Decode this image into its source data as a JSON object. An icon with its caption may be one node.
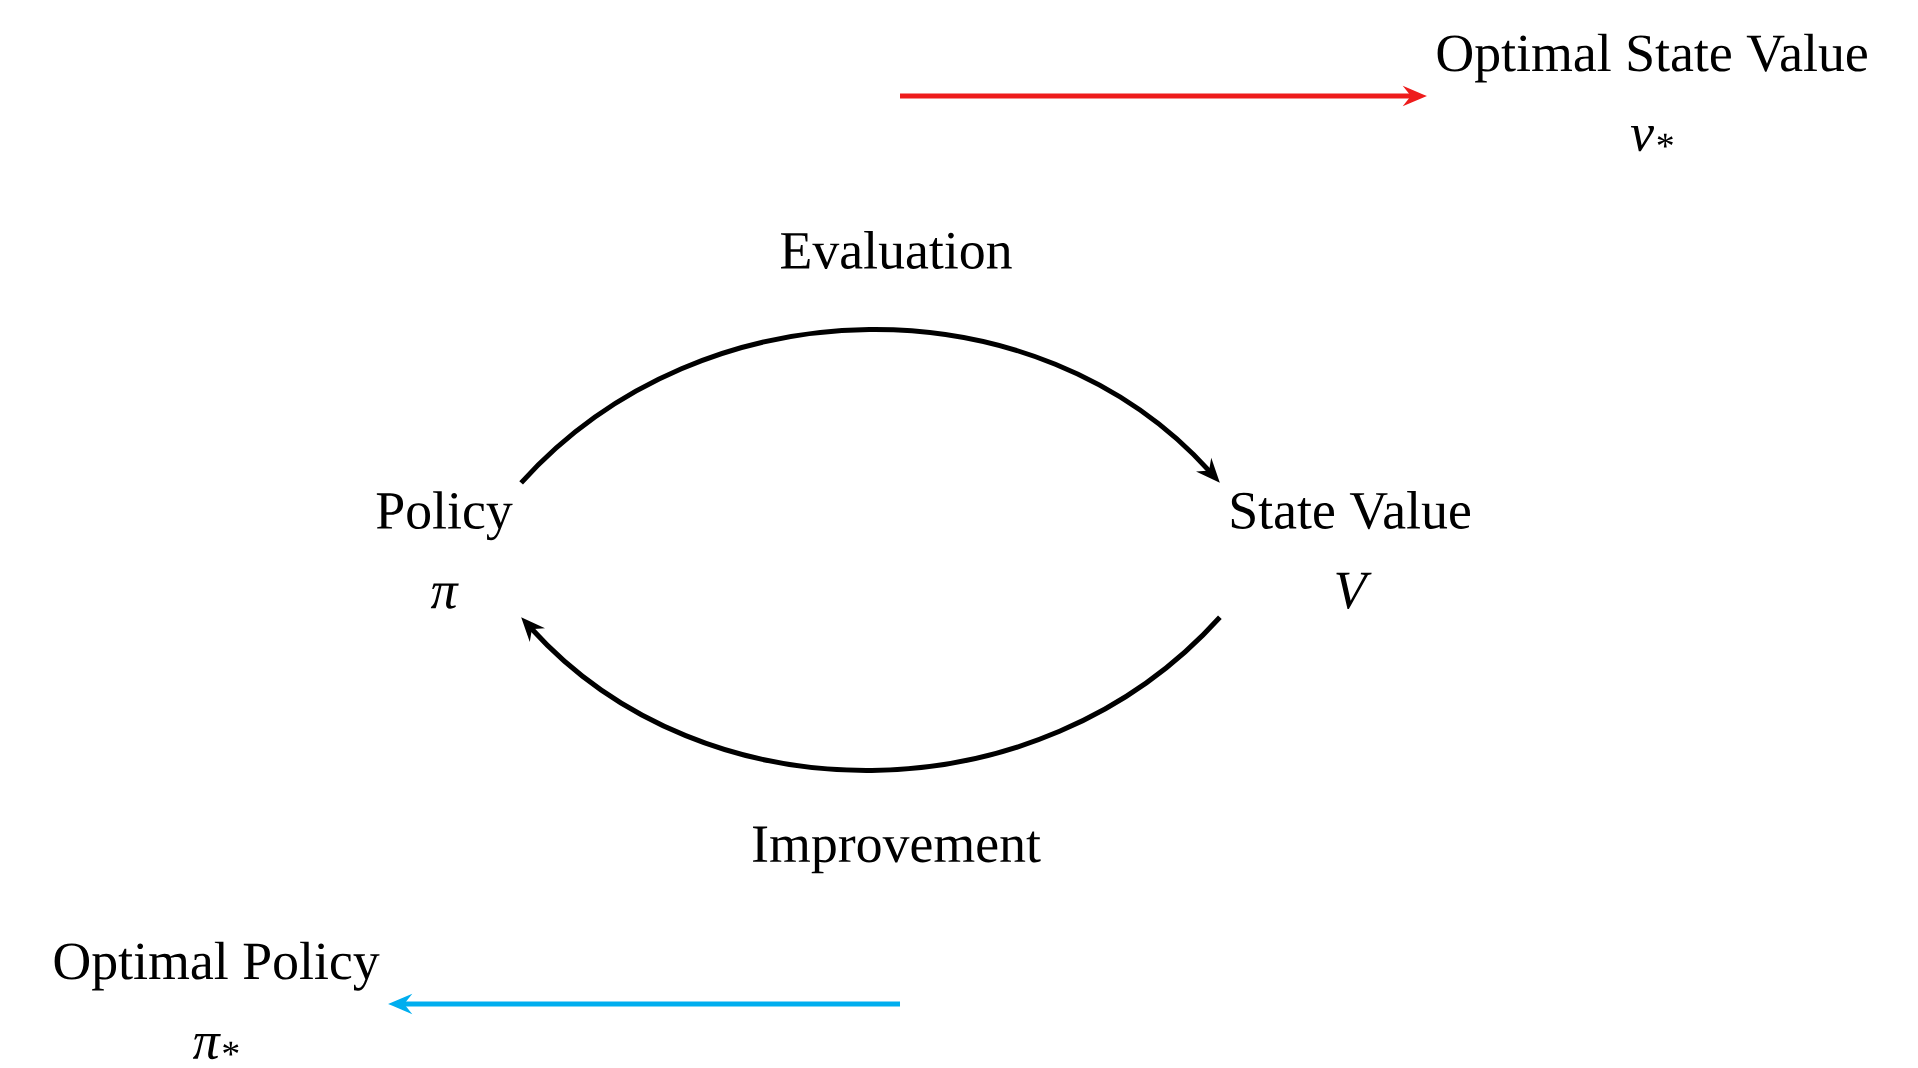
{
  "diagram": {
    "nodes": [
      {
        "text": [
          "Policy",
          "π"
        ]
      },
      {
        "text": [
          "State Value",
          "V"
        ]
      },
      {
        "text": [
          "Optimal State Value",
          "v$_{*}$"
        ]
      },
      {
        "text": [
          "Optimal Policy",
          "π$_{*}$"
        ]
      }
    ],
    "edges": [
      {
        "from": 0,
        "to": 1,
        "arrow": "to",
        "label": "Evaluation"
      },
      {
        "from": 1,
        "to": 0,
        "arrow": "to",
        "label": "Improvement"
      },
      {
        "from": null,
        "to": 2,
        "arrow": "to",
        "color": "#ee1c1c"
      },
      {
        "from": null,
        "to": 3,
        "arrow": "to",
        "color": "#00aeef"
      }
    ]
  }
}
